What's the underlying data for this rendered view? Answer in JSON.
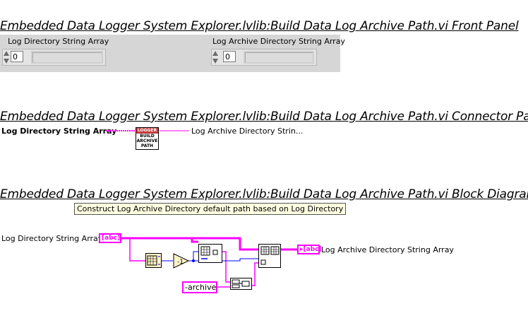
{
  "front_panel": {
    "title": "Embedded Data Logger System Explorer.lvlib:Build Data Log Archive Path.vi Front Panel",
    "controls": [
      {
        "label": "Log Directory String Array",
        "index": "0"
      },
      {
        "label": "Log Archive Directory String Array",
        "index": "0"
      }
    ]
  },
  "connector_pane": {
    "title": "Embedded Data Logger System Explorer.lvlib:Build Data Log Archive Path.vi Connector Pane",
    "input_label": "Log Directory String Array",
    "output_label": "Log Archive Directory Strin...",
    "icon_lines": [
      "LOGGER",
      "BUILD",
      "ARCHIVE",
      "PATH"
    ]
  },
  "block_diagram": {
    "title": "Embedded Data Logger System Explorer.lvlib:Build Data Log Archive Path.vi Block Diagram",
    "comment": "Construct Log Archive Directory default path based on Log Directory",
    "input_label": "Log Directory String Array",
    "output_label": "Log Archive Directory String Array",
    "terminal_text": "abc",
    "constant_value": "-archive",
    "decrement_glyph": "-1",
    "colors": {
      "string_wire": "#ff00ff",
      "numeric_wire": "#0000ff",
      "comment_bg": "#ffffe1"
    }
  }
}
